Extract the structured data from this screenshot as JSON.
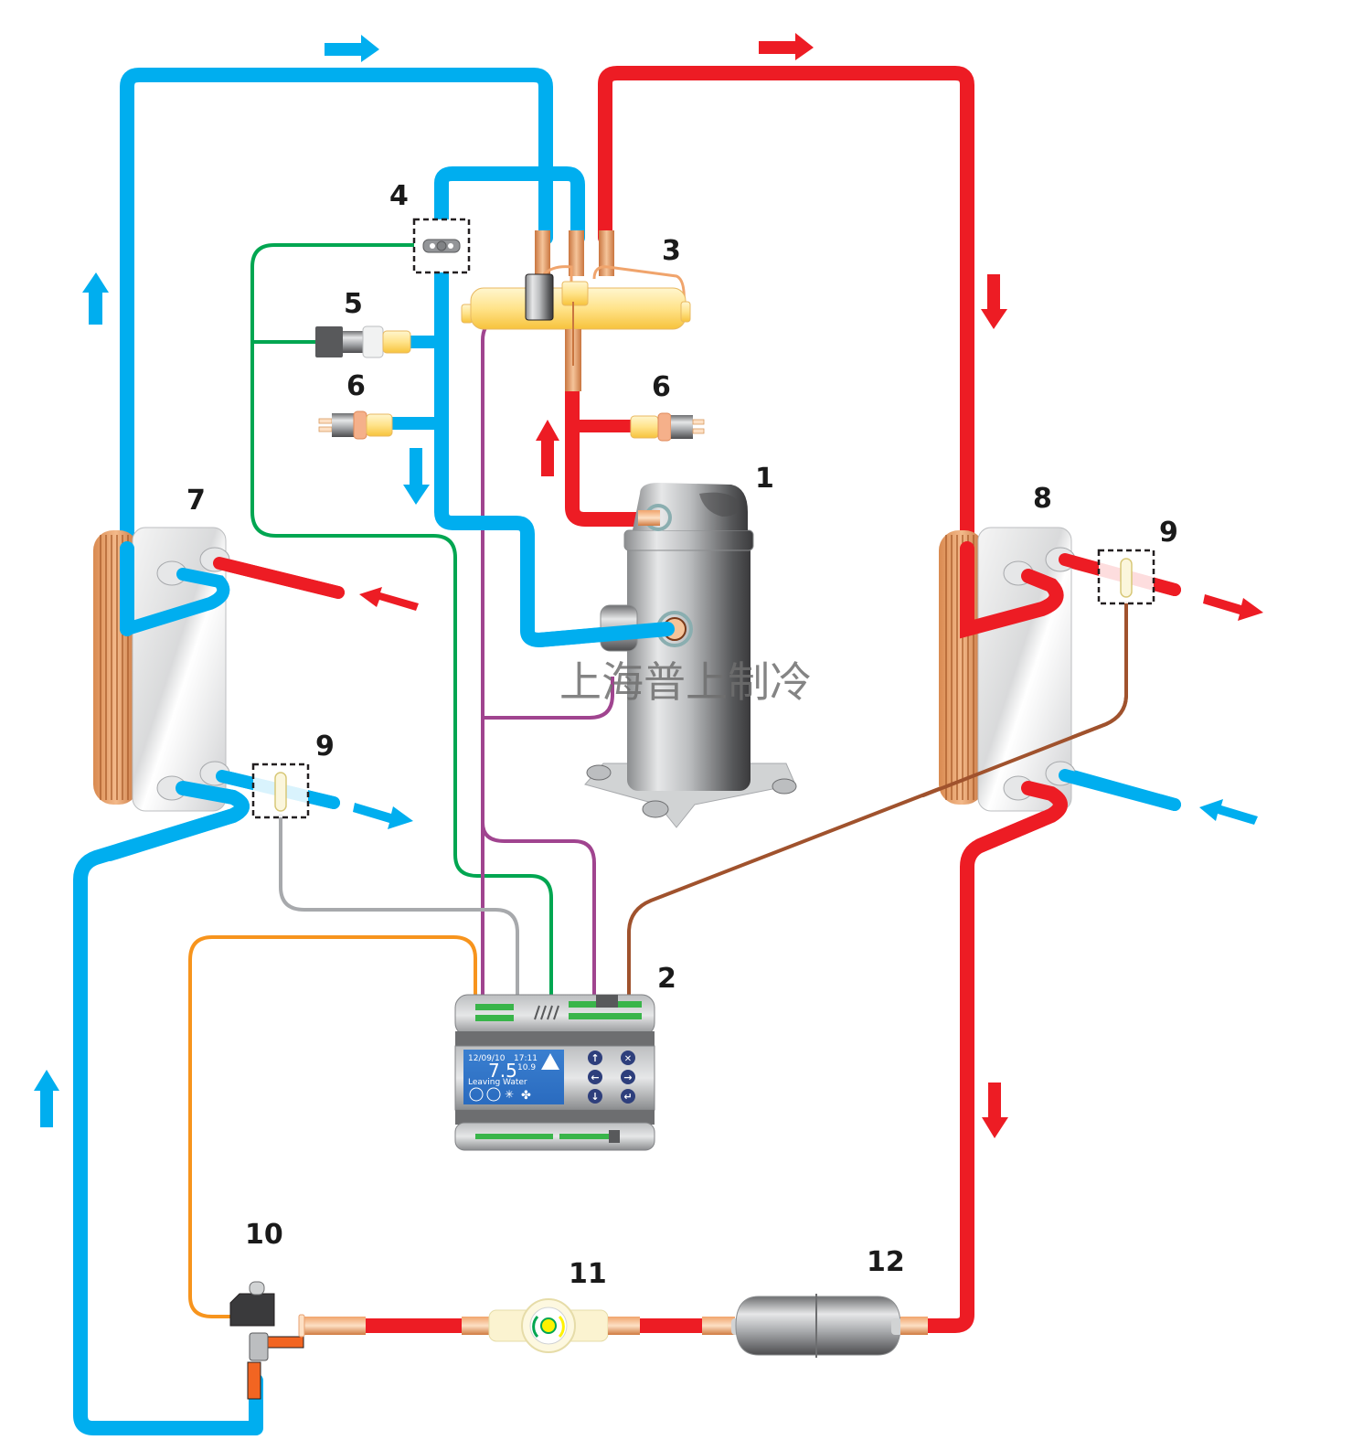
{
  "diagram": {
    "type": "refrigeration-heat-pump-circuit",
    "watermark": "上海普上制冷",
    "colors": {
      "low_pressure_pipe": "#00aeef",
      "high_pressure_pipe": "#ed1c24",
      "wire_green": "#00a651",
      "wire_purple": "#a0448f",
      "wire_gray": "#a7a9ac",
      "wire_orange": "#f7941d",
      "wire_brown": "#a0522d",
      "copper": "#e8a070",
      "brass": "#ffe08a"
    },
    "components": [
      {
        "id": "1",
        "label": "1",
        "name": "compressor"
      },
      {
        "id": "2",
        "label": "2",
        "name": "controller"
      },
      {
        "id": "3",
        "label": "3",
        "name": "four-way-reversing-valve"
      },
      {
        "id": "4",
        "label": "4",
        "name": "pressure-transmitter"
      },
      {
        "id": "5",
        "label": "5",
        "name": "pressure-sensor"
      },
      {
        "id": "6a",
        "label": "6",
        "name": "pressure-switch-low"
      },
      {
        "id": "6b",
        "label": "6",
        "name": "pressure-switch-high"
      },
      {
        "id": "7",
        "label": "7",
        "name": "plate-heat-exchanger-evaporator"
      },
      {
        "id": "8",
        "label": "8",
        "name": "plate-heat-exchanger-condenser"
      },
      {
        "id": "9a",
        "label": "9",
        "name": "temperature-sensor-evaporator-water"
      },
      {
        "id": "9b",
        "label": "9",
        "name": "temperature-sensor-condenser-water"
      },
      {
        "id": "10",
        "label": "10",
        "name": "electronic-expansion-valve"
      },
      {
        "id": "11",
        "label": "11",
        "name": "sight-glass"
      },
      {
        "id": "12",
        "label": "12",
        "name": "filter-drier"
      }
    ],
    "controller_display": {
      "date": "12/09/10",
      "time": "17:11",
      "main_value": "7.5",
      "secondary_value": "10.9",
      "caption": "Leaving Water",
      "alert_icon": "warning-triangle-icon",
      "status_icons": [
        "compressor-icon",
        "circle-icon",
        "defrost-snowflake-icon",
        "fan-icon"
      ],
      "buttons": [
        {
          "name": "up-button",
          "icon": "arrow-up-icon",
          "glyph": "↑"
        },
        {
          "name": "escape-button",
          "icon": "close-icon",
          "glyph": "✕"
        },
        {
          "name": "left-button",
          "icon": "arrow-left-icon",
          "glyph": "←"
        },
        {
          "name": "right-button",
          "icon": "arrow-right-icon",
          "glyph": "→"
        },
        {
          "name": "down-button",
          "icon": "arrow-down-icon",
          "glyph": "↓"
        },
        {
          "name": "enter-button",
          "icon": "enter-icon",
          "glyph": "↵"
        }
      ]
    },
    "flow_arrows": [
      {
        "name": "flow-arrow-top-blue",
        "direction": "right",
        "pipe": "low_pressure_pipe"
      },
      {
        "name": "flow-arrow-top-red",
        "direction": "right",
        "pipe": "high_pressure_pipe"
      },
      {
        "name": "flow-arrow-left-blue-upper",
        "direction": "up",
        "pipe": "low_pressure_pipe"
      },
      {
        "name": "flow-arrow-left-blue-lower",
        "direction": "up",
        "pipe": "low_pressure_pipe"
      },
      {
        "name": "flow-arrow-suction-blue",
        "direction": "down",
        "pipe": "low_pressure_pipe"
      },
      {
        "name": "flow-arrow-discharge-red",
        "direction": "up",
        "pipe": "high_pressure_pipe"
      },
      {
        "name": "flow-arrow-right-red-upper",
        "direction": "down",
        "pipe": "high_pressure_pipe"
      },
      {
        "name": "flow-arrow-right-red-lower",
        "direction": "down",
        "pipe": "high_pressure_pipe"
      },
      {
        "name": "flow-arrow-water-in-hx7",
        "direction": "left",
        "pipe": "high_pressure_pipe"
      },
      {
        "name": "flow-arrow-water-out-hx7",
        "direction": "right",
        "pipe": "low_pressure_pipe"
      },
      {
        "name": "flow-arrow-water-out-hx8",
        "direction": "right",
        "pipe": "high_pressure_pipe"
      },
      {
        "name": "flow-arrow-water-in-hx8",
        "direction": "left",
        "pipe": "low_pressure_pipe"
      }
    ]
  }
}
